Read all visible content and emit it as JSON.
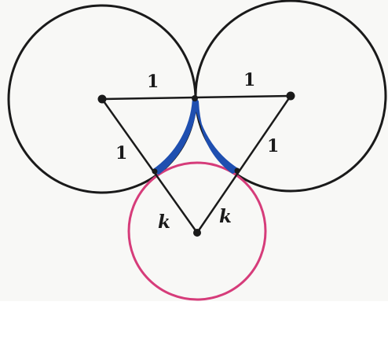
{
  "figure": {
    "labels": {
      "top_left": "1",
      "top_right": "1",
      "side_left": "1",
      "side_right": "1",
      "k_left": "k",
      "k_right": "k"
    },
    "colors": {
      "paper": "#f8f8f6",
      "ink": "#1a1a1a",
      "small_circle": "#d63c7a",
      "highlight_arc": "#1f4fb0"
    }
  }
}
